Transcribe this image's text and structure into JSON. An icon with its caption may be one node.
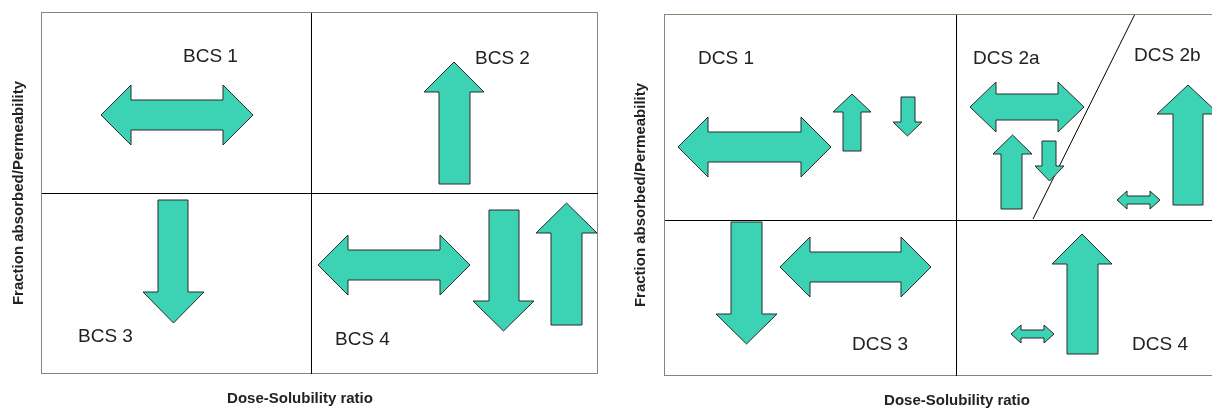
{
  "diagram": {
    "nodes": [
      {
        "text": [
          "BCS 1"
        ]
      },
      {
        "text": [
          "BCS 2"
        ]
      },
      {
        "text": [
          "BCS 3"
        ]
      },
      {
        "text": [
          "BCS 4"
        ]
      },
      {
        "text": [
          "DCS 1"
        ]
      },
      {
        "text": [
          "DCS 2a"
        ]
      },
      {
        "text": [
          "DCS 2b"
        ],
        "in": 5
      },
      {
        "text": [
          "DCS 3"
        ]
      },
      {
        "text": [
          "DCS 4"
        ]
      }
    ],
    "labels": [
      "Fraction absorbed/Permeability",
      "Dose-Solubility ratio",
      "Fraction absorbed/Permeability",
      "Dose-Solubility ratio"
    ]
  }
}
